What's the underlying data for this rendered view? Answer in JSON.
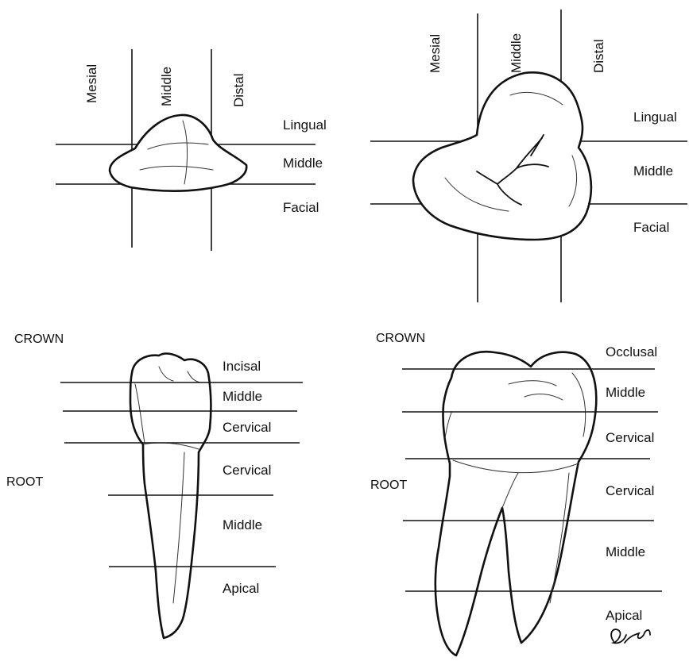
{
  "incisal_view": {
    "columns": [
      "Mesial",
      "Middle",
      "Distal"
    ],
    "rows": [
      "Lingual",
      "Middle",
      "Facial"
    ]
  },
  "occlusal_view": {
    "columns": [
      "Mesial",
      "Middle",
      "Distal"
    ],
    "rows": [
      "Lingual",
      "Middle",
      "Facial"
    ]
  },
  "anterior_tooth": {
    "crown_label": "CROWN",
    "root_label": "ROOT",
    "zones": [
      "Incisal",
      "Middle",
      "Cervical",
      "Cervical",
      "Middle",
      "Apical"
    ]
  },
  "posterior_tooth": {
    "crown_label": "CROWN",
    "root_label": "ROOT",
    "zones": [
      "Occlusal",
      "Middle",
      "Cervical",
      "Cervical",
      "Middle",
      "Apical"
    ]
  }
}
